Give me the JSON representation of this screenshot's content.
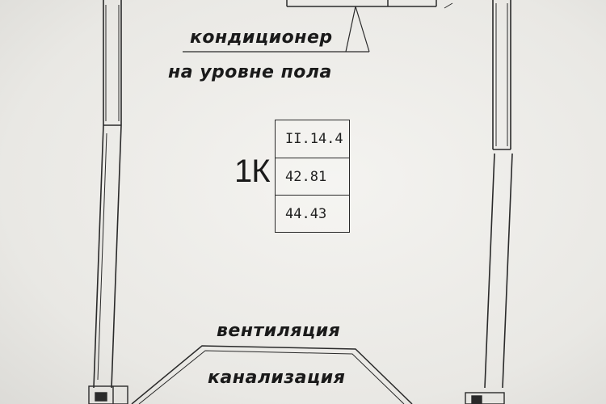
{
  "plan": {
    "annotations": {
      "conditioner_line1": "кондиционер",
      "conditioner_line2": "на уровне пола",
      "ventilation": "вентиляция",
      "sewage": "канализация"
    },
    "room": {
      "type": "1К",
      "spec": [
        "II.14.4",
        "42.81",
        "44.43"
      ]
    },
    "colors": {
      "line": "#2a2a2a",
      "paper": "#ecebe8"
    }
  }
}
